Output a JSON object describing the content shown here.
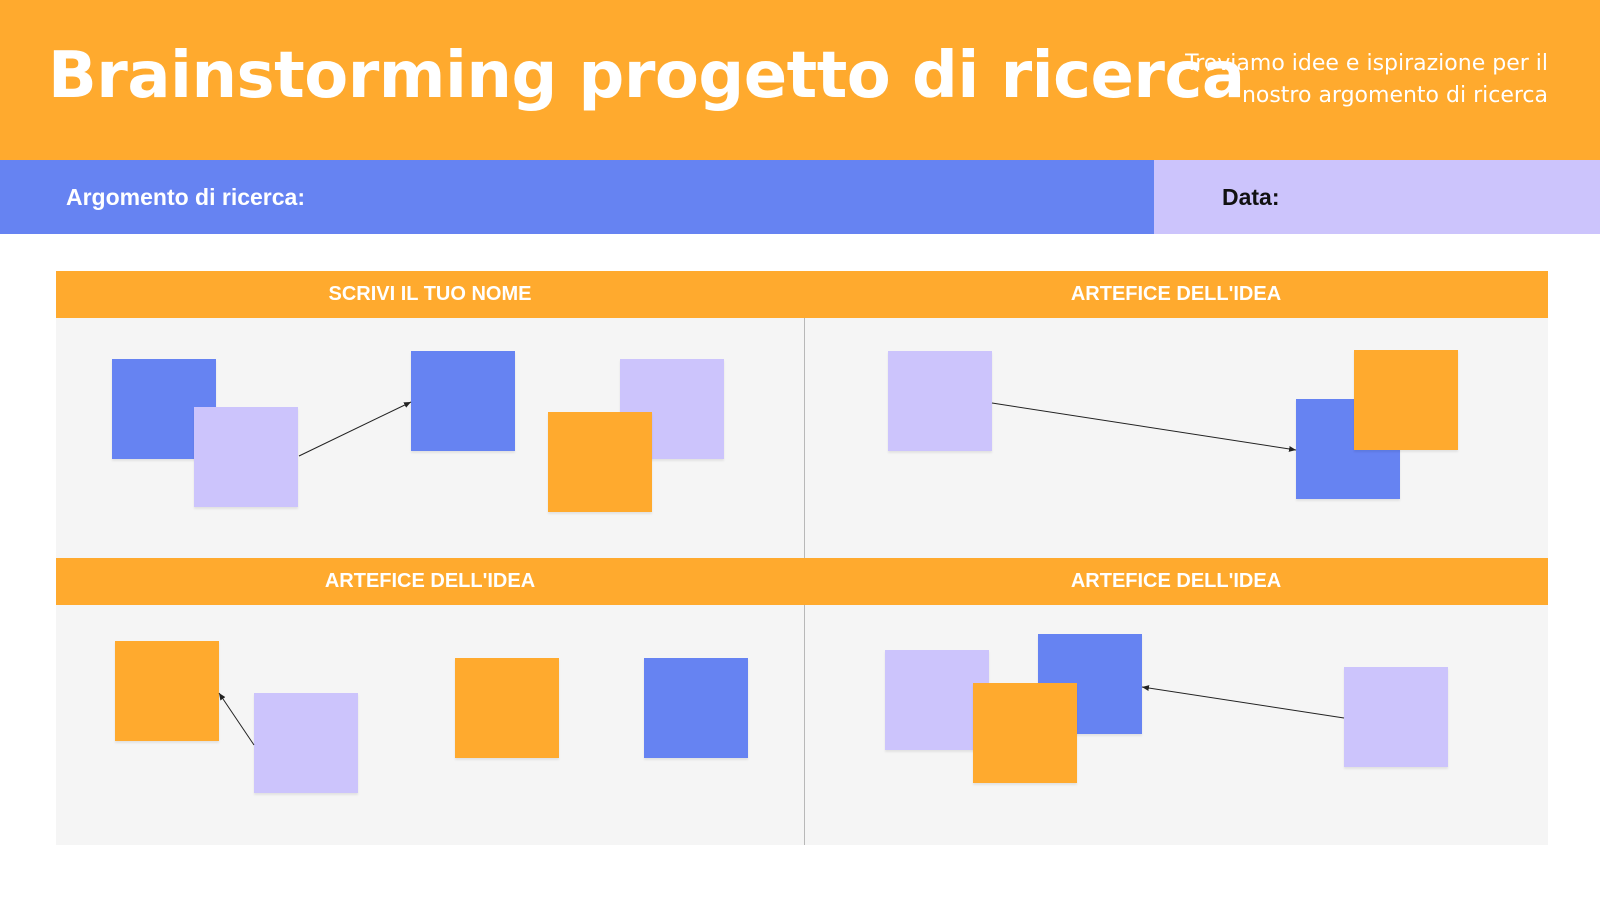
{
  "header": {
    "title": "Brainstorming progetto di ricerca",
    "subtitle": "Troviamo idee e ispirazione per il nostro argomento di ricerca"
  },
  "info_bar": {
    "topic_label": "Argomento di ricerca:",
    "date_label": "Data:"
  },
  "sections": [
    {
      "label": "SCRIVI IL TUO NOME"
    },
    {
      "label": "ARTEFICE DELL'IDEA"
    },
    {
      "label": "ARTEFICE DELL'IDEA"
    },
    {
      "label": "ARTEFICE DELL'IDEA"
    }
  ],
  "colors": {
    "orange": "#ffaa2e",
    "blue": "#6683f2",
    "lavender": "#ccc4fc",
    "board": "#f5f5f5"
  }
}
